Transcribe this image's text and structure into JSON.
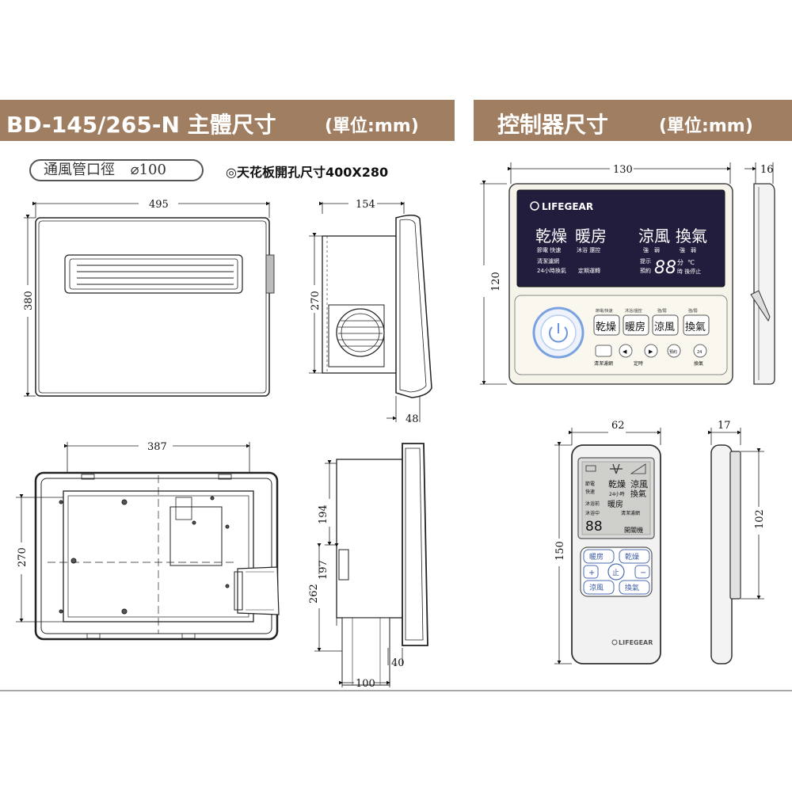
{
  "banners": {
    "left_title": "BD-145/265-N 主體尺寸",
    "left_unit": "(單位:mm)",
    "right_title": "控制器尺寸",
    "right_unit": "(單位:mm)"
  },
  "duct_label": "通風管口徑",
  "duct_value": "⌀100",
  "ceiling_note": "◎天花板開孔尺寸400X280",
  "dims": {
    "main_width": "495",
    "main_height": "380",
    "side_depth": "154",
    "side_height": "270",
    "side_lip": "48",
    "back_width": "387",
    "back_height": "270",
    "section_194": "194",
    "section_197": "197",
    "section_262": "262",
    "section_40": "40",
    "section_100": "100",
    "ctrl_width": "130",
    "ctrl_depth": "16",
    "ctrl_height": "120",
    "remote_width": "62",
    "remote_depth": "17",
    "remote_height": "150",
    "remote_side_height": "102"
  },
  "controller": {
    "brand": "LIFEGEAR",
    "lcd_dry": "乾燥",
    "lcd_warm": "暖房",
    "lcd_cool": "涼風",
    "lcd_vent": "換氣",
    "lcd_dry_sub": "節電 快速",
    "lcd_warm_sub": "沐浴 還控",
    "lcd_cool_sub": "強　弱",
    "lcd_vent_sub": "強　弱",
    "lcd_filter": "清潔濾網",
    "lcd_24h": "24小時換氣",
    "lcd_timer": "定期運轉",
    "lcd_hint": "提示",
    "lcd_reserve": "預約",
    "lcd_digits": "88",
    "lcd_min": "分",
    "lcd_celsius": "℃",
    "lcd_hour_stop": "時 後停止",
    "btn_dry": "乾燥",
    "btn_warm": "暖房",
    "btn_cool": "涼風",
    "btn_vent": "換氣",
    "btn_dry_sub": "節電/快速",
    "btn_warm_sub": "沐浴/還控",
    "btn_cool_sub": "強/弱",
    "btn_vent_sub": "強/弱",
    "btn_left": "◀",
    "btn_right": "▶",
    "btn_reserve": "預約",
    "btn_24": "24",
    "label_filter": "清潔濾網",
    "label_timer": "定時",
    "label_vent": "換氣"
  },
  "remote": {
    "brand": "LIFEGEAR",
    "lcd_save": "節電",
    "lcd_fast": "快速",
    "lcd_dry": "乾燥",
    "lcd_cool": "涼風",
    "lcd_24h": "24小時",
    "lcd_vent": "換氣",
    "lcd_bath_pre": "沐浴前",
    "lcd_warm": "暖房",
    "lcd_bath": "沐浴中",
    "lcd_filter": "清潔濾網",
    "lcd_digits": "88",
    "lcd_onoff": "開關機",
    "btn_warm": "暖房",
    "btn_dry": "乾燥",
    "btn_stop": "止",
    "btn_cool": "涼風",
    "btn_vent": "換氣",
    "btn_plus": "+",
    "btn_minus": "−"
  }
}
